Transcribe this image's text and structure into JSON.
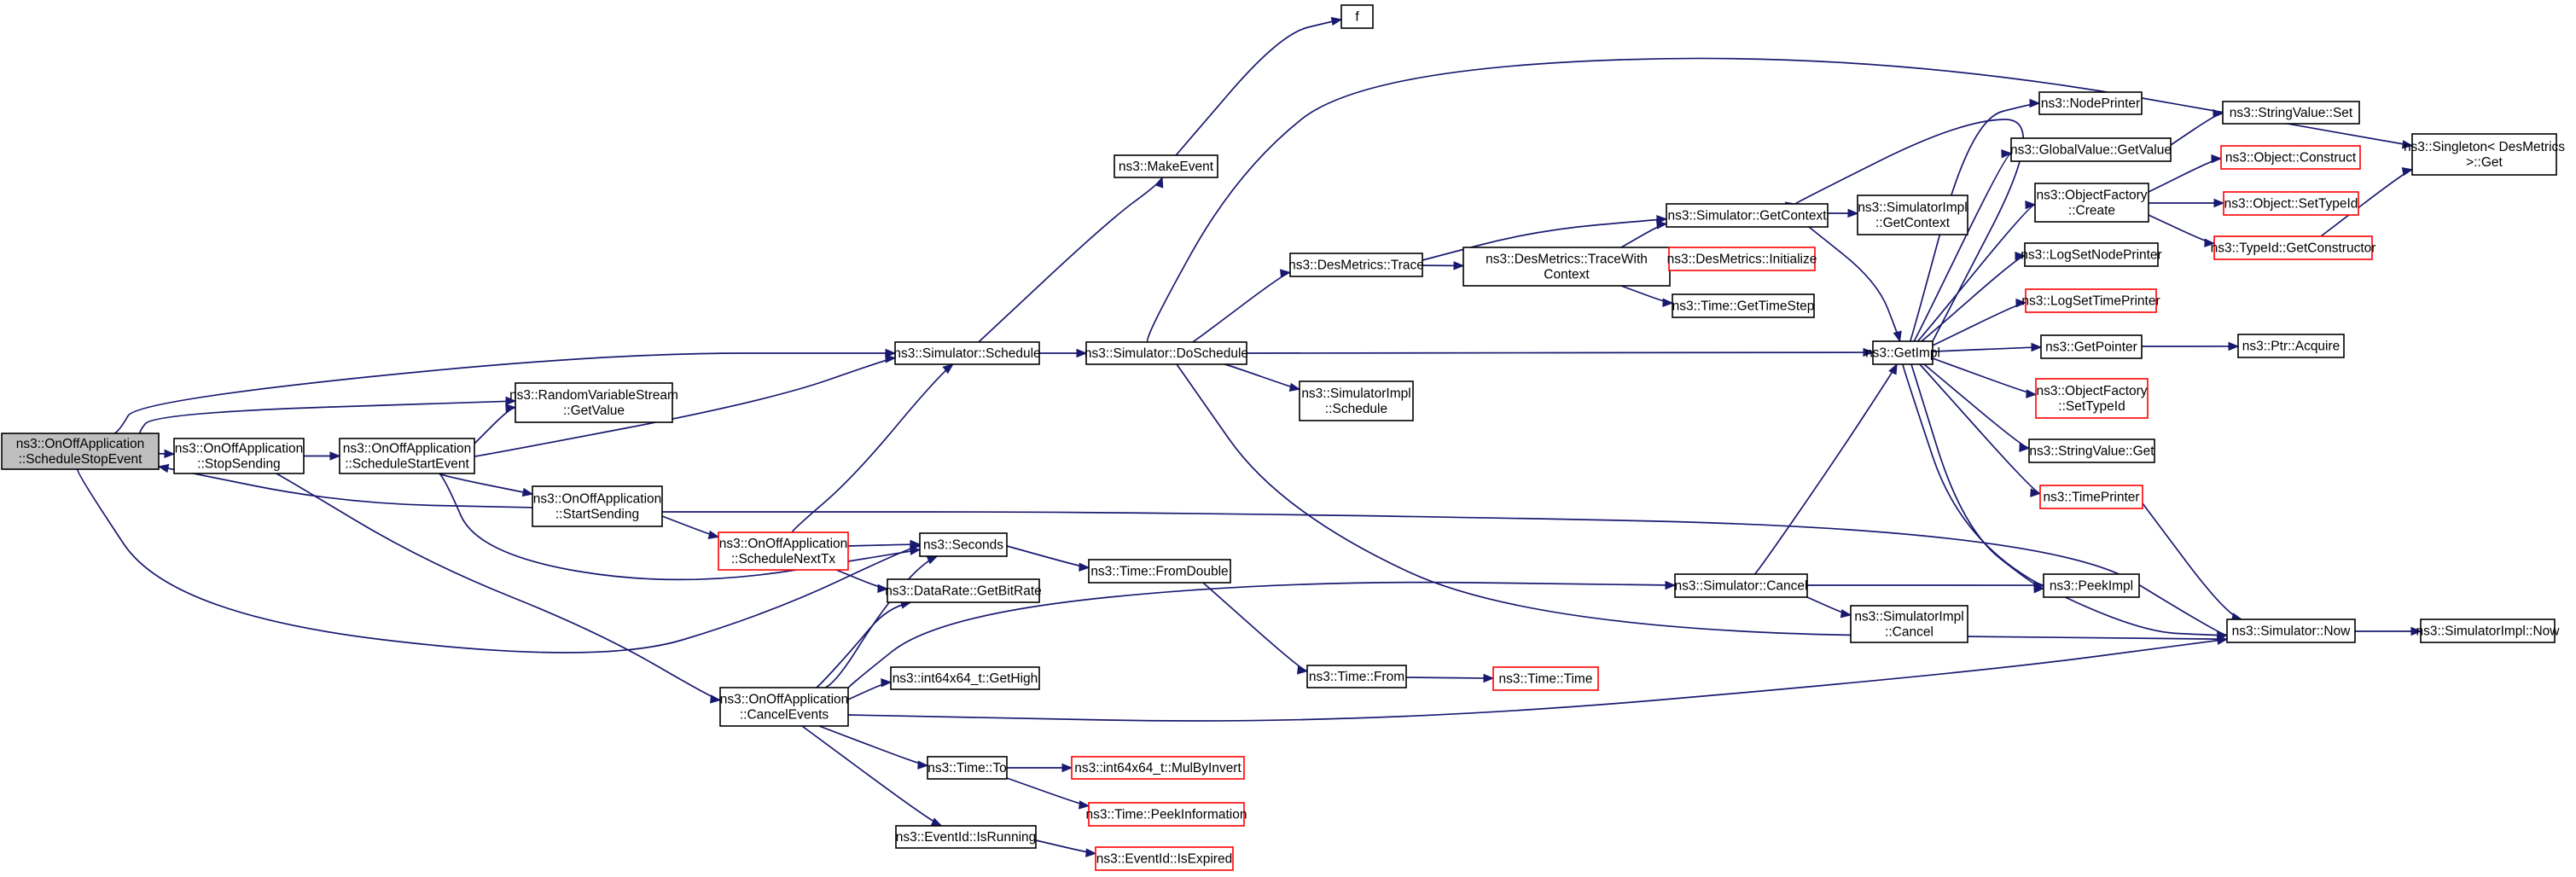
{
  "title": "",
  "nodes": {
    "n_stopevent": {
      "lines": [
        "ns3::OnOffApplication",
        "::ScheduleStopEvent"
      ],
      "red": false,
      "selected": true
    },
    "n_stopsending": {
      "lines": [
        "ns3::OnOffApplication",
        "::StopSending"
      ],
      "red": false
    },
    "n_schedstart": {
      "lines": [
        "ns3::OnOffApplication",
        "::ScheduleStartEvent"
      ],
      "red": false
    },
    "n_rvs": {
      "lines": [
        "ns3::RandomVariableStream",
        "::GetValue"
      ],
      "red": false
    },
    "n_startsending": {
      "lines": [
        "ns3::OnOffApplication",
        "::StartSending"
      ],
      "red": false
    },
    "n_nexttx": {
      "lines": [
        "ns3::OnOffApplication",
        "::ScheduleNextTx"
      ],
      "red": true
    },
    "n_cancelevents": {
      "lines": [
        "ns3::OnOffApplication",
        "::CancelEvents"
      ],
      "red": false
    },
    "n_schedule": {
      "lines": [
        "ns3::Simulator::Schedule"
      ],
      "red": false
    },
    "n_seconds": {
      "lines": [
        "ns3::Seconds"
      ],
      "red": false
    },
    "n_bitrate": {
      "lines": [
        "ns3::DataRate::GetBitRate"
      ],
      "red": false
    },
    "n_gethigh": {
      "lines": [
        "ns3::int64x64_t::GetHigh"
      ],
      "red": false
    },
    "n_timeto": {
      "lines": [
        "ns3::Time::To"
      ],
      "red": false
    },
    "n_isrunning": {
      "lines": [
        "ns3::EventId::IsRunning"
      ],
      "red": false
    },
    "n_makeevent": {
      "lines": [
        "ns3::MakeEvent"
      ],
      "red": false
    },
    "n_f": {
      "lines": [
        "f"
      ],
      "red": false
    },
    "n_doschedule": {
      "lines": [
        "ns3::Simulator::DoSchedule"
      ],
      "red": false
    },
    "n_fromdouble": {
      "lines": [
        "ns3::Time::FromDouble"
      ],
      "red": false
    },
    "n_mulbyinvert": {
      "lines": [
        "ns3::int64x64_t::MulByInvert"
      ],
      "red": true
    },
    "n_peekinfo": {
      "lines": [
        "ns3::Time::PeekInformation"
      ],
      "red": true
    },
    "n_isexpired": {
      "lines": [
        "ns3::EventId::IsExpired"
      ],
      "red": true
    },
    "n_destrace": {
      "lines": [
        "ns3::DesMetrics::Trace"
      ],
      "red": false
    },
    "n_implschedule": {
      "lines": [
        "ns3::SimulatorImpl",
        "::Schedule"
      ],
      "red": false
    },
    "n_timefrom": {
      "lines": [
        "ns3::Time::From"
      ],
      "red": false
    },
    "n_tracewith": {
      "lines": [
        "ns3::DesMetrics::TraceWith",
        "Context"
      ],
      "red": false
    },
    "n_timetime": {
      "lines": [
        "ns3::Time::Time"
      ],
      "red": true
    },
    "n_getcontext": {
      "lines": [
        "ns3::Simulator::GetContext"
      ],
      "red": false
    },
    "n_desinit": {
      "lines": [
        "ns3::DesMetrics::Initialize"
      ],
      "red": true
    },
    "n_timestep": {
      "lines": [
        "ns3::Time::GetTimeStep"
      ],
      "red": false
    },
    "n_simcancel": {
      "lines": [
        "ns3::Simulator::Cancel"
      ],
      "red": false
    },
    "n_implgetcontext": {
      "lines": [
        "ns3::SimulatorImpl",
        "::GetContext"
      ],
      "red": false
    },
    "n_implcancel": {
      "lines": [
        "ns3::SimulatorImpl",
        "::Cancel"
      ],
      "red": false
    },
    "n_getimpl": {
      "lines": [
        "ns3::GetImpl"
      ],
      "red": false
    },
    "n_nodeprinter": {
      "lines": [
        "ns3::NodePrinter"
      ],
      "red": false
    },
    "n_globalvalue": {
      "lines": [
        "ns3::GlobalValue::GetValue"
      ],
      "red": false
    },
    "n_objfactcreate": {
      "lines": [
        "ns3::ObjectFactory",
        "::Create"
      ],
      "red": false
    },
    "n_lognodeprinter": {
      "lines": [
        "ns3::LogSetNodePrinter"
      ],
      "red": false
    },
    "n_logtimeprinter": {
      "lines": [
        "ns3::LogSetTimePrinter"
      ],
      "red": true
    },
    "n_getpointer": {
      "lines": [
        "ns3::GetPointer"
      ],
      "red": false
    },
    "n_objfactsettype": {
      "lines": [
        "ns3::ObjectFactory",
        "::SetTypeId"
      ],
      "red": true
    },
    "n_strvalget": {
      "lines": [
        "ns3::StringValue::Get"
      ],
      "red": false
    },
    "n_timeprinter": {
      "lines": [
        "ns3::TimePrinter"
      ],
      "red": true
    },
    "n_peekimpl": {
      "lines": [
        "ns3::PeekImpl"
      ],
      "red": false
    },
    "n_strvalset": {
      "lines": [
        "ns3::StringValue::Set"
      ],
      "red": false
    },
    "n_objconstruct": {
      "lines": [
        "ns3::Object::Construct"
      ],
      "red": true
    },
    "n_objsettype": {
      "lines": [
        "ns3::Object::SetTypeId"
      ],
      "red": true
    },
    "n_getconstructor": {
      "lines": [
        "ns3::TypeId::GetConstructor"
      ],
      "red": true
    },
    "n_ptracquire": {
      "lines": [
        "ns3::Ptr::Acquire"
      ],
      "red": false
    },
    "n_simnow": {
      "lines": [
        "ns3::Simulator::Now"
      ],
      "red": false
    },
    "n_singleton": {
      "lines": [
        "ns3::Singleton< DesMetrics",
        " >::Get"
      ],
      "red": false
    },
    "n_implnow": {
      "lines": [
        "ns3::SimulatorImpl::Now"
      ],
      "red": false
    }
  }
}
